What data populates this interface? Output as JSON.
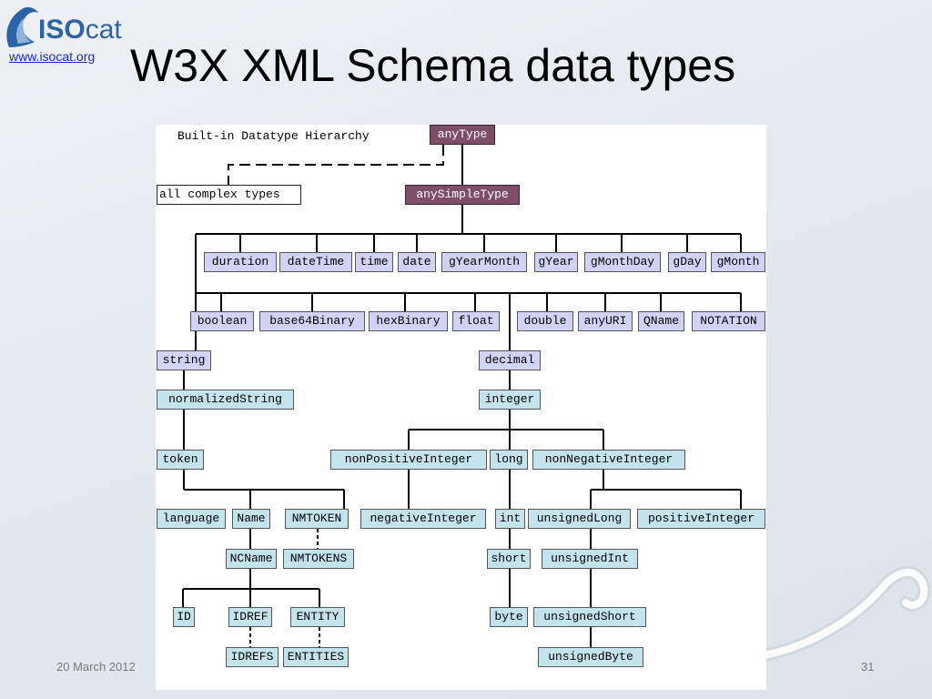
{
  "logo": {
    "brand_iso": "ISO",
    "brand_cat": "cat",
    "url": "www.isocat.org"
  },
  "title": "W3X XML Schema data types",
  "footer": {
    "date": "20 March 2012",
    "page": "31"
  },
  "diagram": {
    "label": "Built-in Datatype Hierarchy",
    "nodes": {
      "anyType": "anyType",
      "complex": "all complex types",
      "anySimpleType": "anySimpleType",
      "duration": "duration",
      "dateTime": "dateTime",
      "time": "time",
      "date": "date",
      "gYearMonth": "gYearMonth",
      "gYear": "gYear",
      "gMonthDay": "gMonthDay",
      "gDay": "gDay",
      "gMonth": "gMonth",
      "boolean": "boolean",
      "base64Binary": "base64Binary",
      "hexBinary": "hexBinary",
      "float": "float",
      "double": "double",
      "anyURI": "anyURI",
      "QName": "QName",
      "NOTATION": "NOTATION",
      "string": "string",
      "decimal": "decimal",
      "normalizedString": "normalizedString",
      "integer": "integer",
      "token": "token",
      "nonPositiveInteger": "nonPositiveInteger",
      "long": "long",
      "nonNegativeInteger": "nonNegativeInteger",
      "language": "language",
      "Name": "Name",
      "NMTOKEN": "NMTOKEN",
      "negativeInteger": "negativeInteger",
      "int": "int",
      "unsignedLong": "unsignedLong",
      "positiveInteger": "positiveInteger",
      "NCName": "NCName",
      "NMTOKENS": "NMTOKENS",
      "short": "short",
      "unsignedInt": "unsignedInt",
      "ID": "ID",
      "IDREF": "IDREF",
      "ENTITY": "ENTITY",
      "byte": "byte",
      "unsignedShort": "unsignedShort",
      "IDREFS": "IDREFS",
      "ENTITIES": "ENTITIES",
      "unsignedByte": "unsignedByte"
    }
  },
  "colors": {
    "ur_type": "#7e4e68",
    "primitive": "#d2d2f6",
    "derived": "#c3e4ed",
    "logo_blue": "#2c62a6",
    "link": "#1a2ccc"
  }
}
